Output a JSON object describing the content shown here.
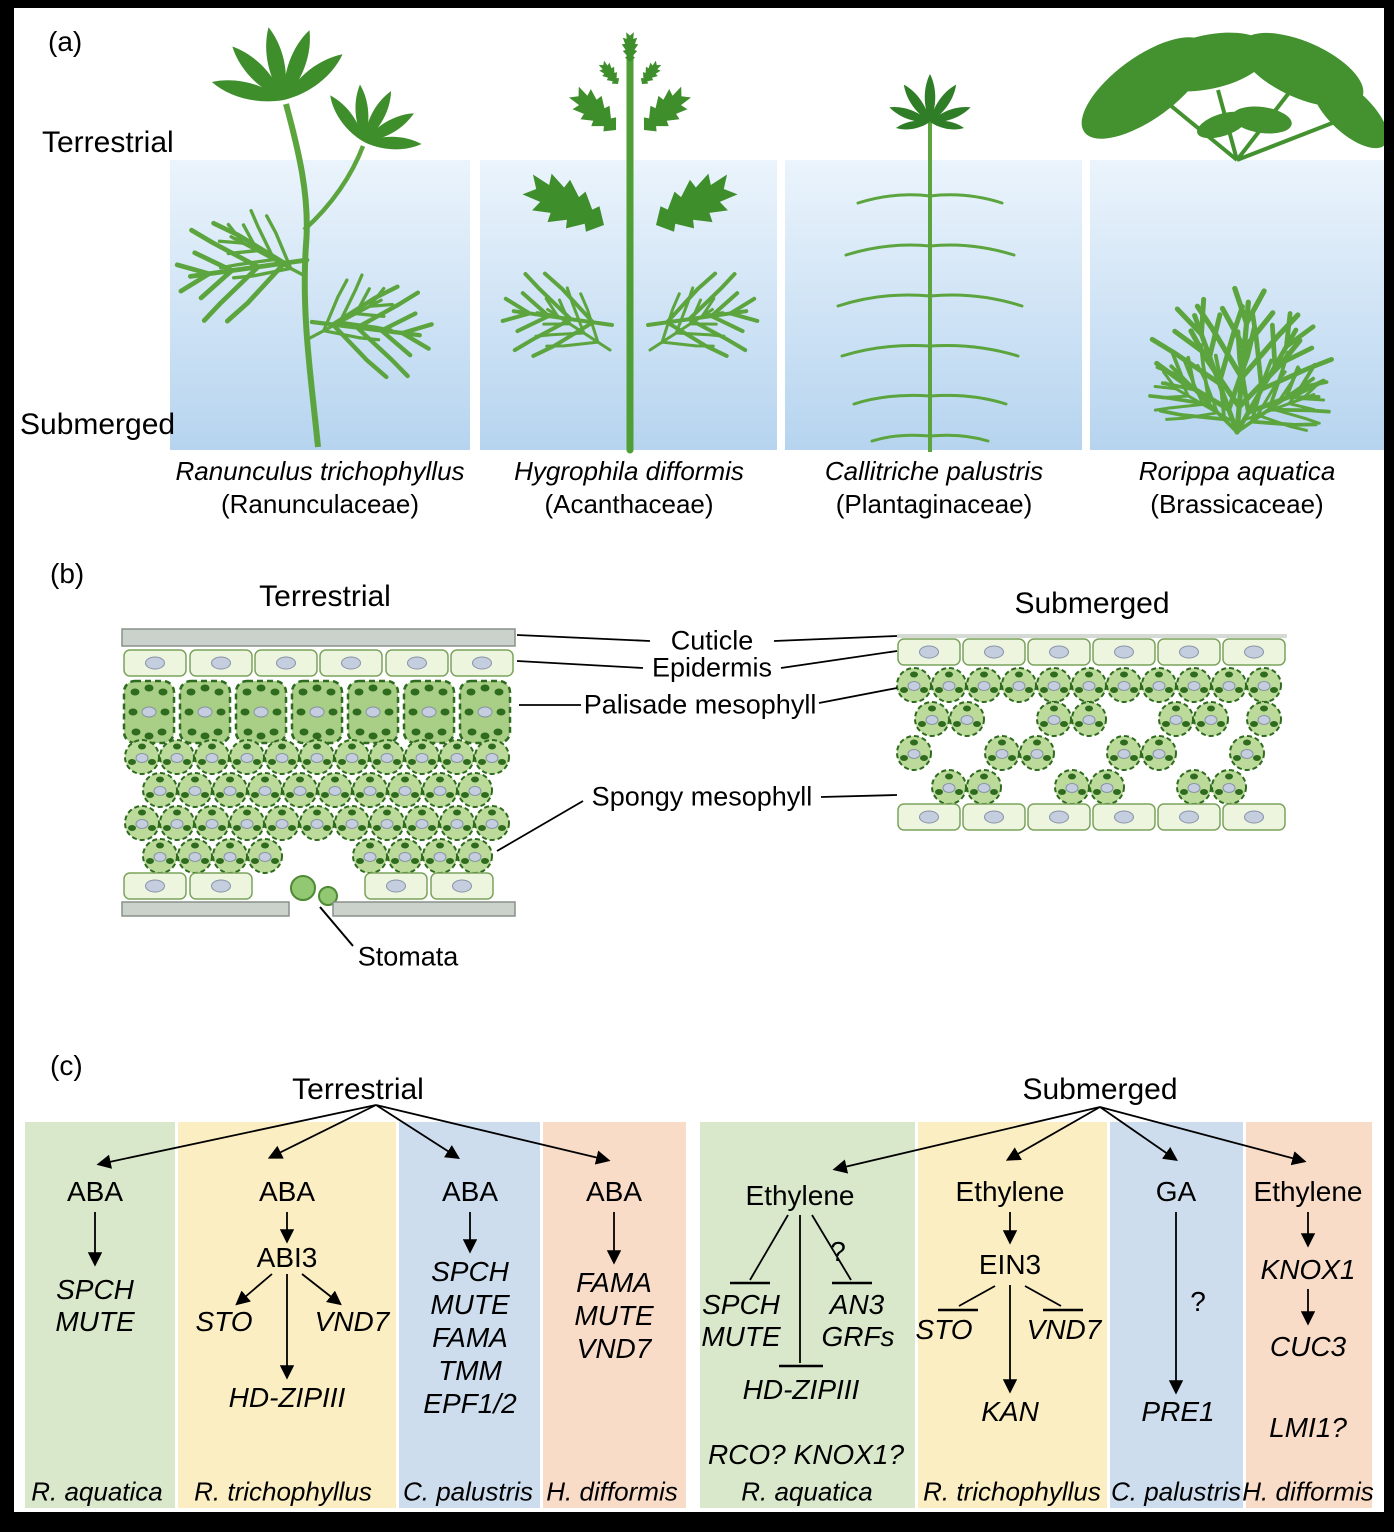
{
  "colors": {
    "water_top": "#ebf4fc",
    "water_bottom": "#b6d4ef",
    "terrestrial_leaf": "#3f8e2c",
    "submerged_leaf": "#5ca53e",
    "column_green": "#d9e7cb",
    "column_yellow": "#fbeec2",
    "column_blue": "#cdddee",
    "column_orange": "#f8dcc7"
  },
  "panel_a": {
    "tag": "(a)",
    "terrestrial": "Terrestrial",
    "submerged": "Submerged",
    "plants": [
      {
        "species": "Ranunculus trichophyllus",
        "family": "(Ranunculaceae)"
      },
      {
        "species": "Hygrophila difformis",
        "family": "(Acanthaceae)"
      },
      {
        "species": "Callitriche palustris",
        "family": "(Plantaginaceae)"
      },
      {
        "species": "Rorippa aquatica",
        "family": "(Brassicaceae)"
      }
    ]
  },
  "panel_b": {
    "tag": "(b)",
    "terrestrial": "Terrestrial",
    "submerged": "Submerged",
    "labels": {
      "cuticle": "Cuticle",
      "epidermis": "Epidermis",
      "palisade": "Palisade mesophyll",
      "spongy": "Spongy mesophyll",
      "stomata": "Stomata"
    }
  },
  "panel_c": {
    "tag": "(c)",
    "terrestrial": "Terrestrial",
    "submerged": "Submerged",
    "t1": {
      "hormone": "ABA",
      "g1": "SPCH",
      "g2": "MUTE",
      "species": "R. aquatica"
    },
    "t2": {
      "hormone": "ABA",
      "tf": "ABI3",
      "g1": "STO",
      "g2": "VND7",
      "g3": "HD-ZIPIII",
      "species": "R. trichophyllus"
    },
    "t3": {
      "hormone": "ABA",
      "g1": "SPCH",
      "g2": "MUTE",
      "g3": "FAMA",
      "g4": "TMM",
      "g5": "EPF1/2",
      "species": "C. palustris"
    },
    "t4": {
      "hormone": "ABA",
      "g1": "FAMA",
      "g2": "MUTE",
      "g3": "VND7",
      "species": "H. difformis"
    },
    "s1": {
      "hormone": "Ethylene",
      "q": "?",
      "g1": "SPCH",
      "g2": "MUTE",
      "g3": "AN3",
      "g4": "GRFs",
      "g5": "HD-ZIPIII",
      "g6": "RCO? KNOX1?",
      "species": "R. aquatica"
    },
    "s2": {
      "hormone": "Ethylene",
      "tf": "EIN3",
      "g1": "STO",
      "g2": "VND7",
      "g3": "KAN",
      "species": "R. trichophyllus"
    },
    "s3": {
      "hormone": "GA",
      "q": "?",
      "g1": "PRE1",
      "species": "C. palustris"
    },
    "s4": {
      "hormone": "Ethylene",
      "g1": "KNOX1",
      "g2": "CUC3",
      "g3": "LMI1?",
      "species": "H. difformis"
    }
  }
}
